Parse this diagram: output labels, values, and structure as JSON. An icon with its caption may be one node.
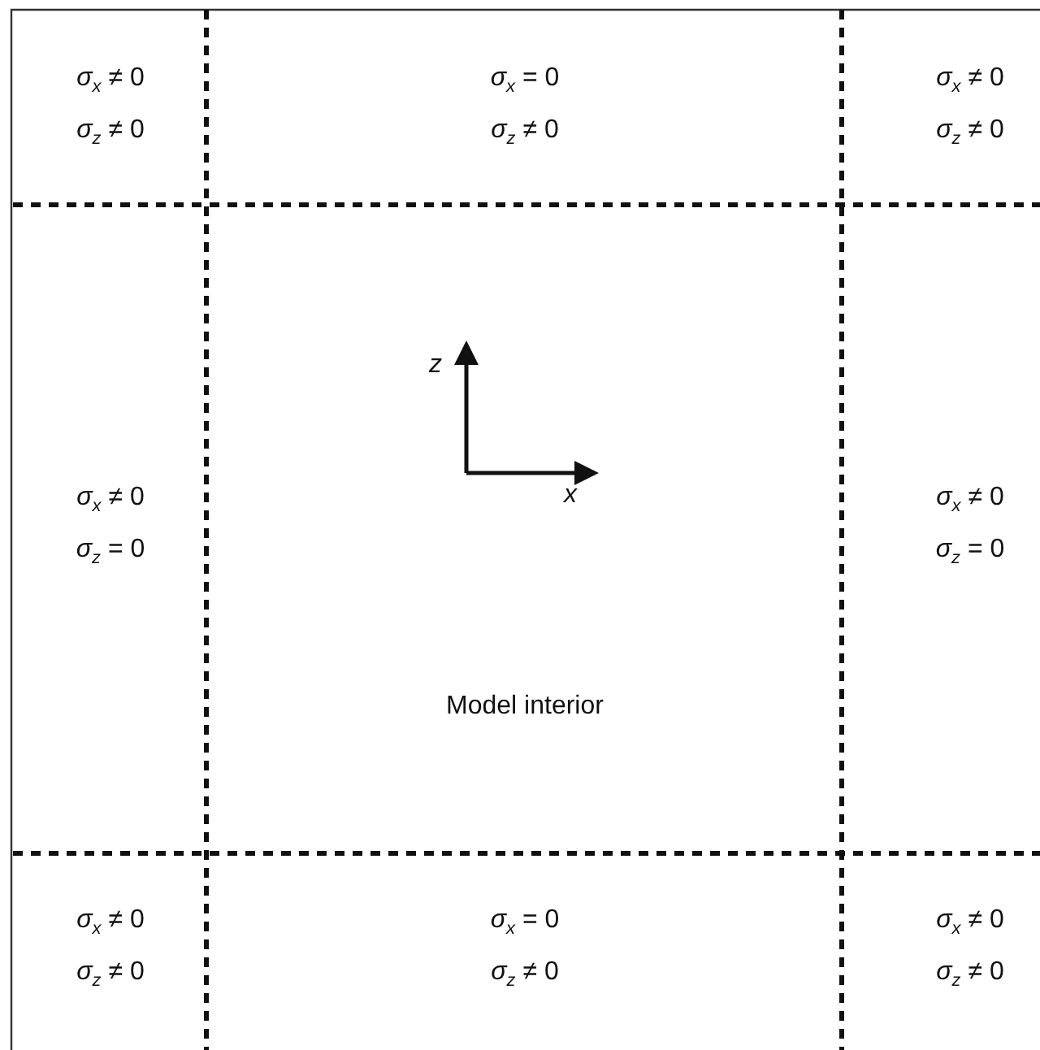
{
  "diagram": {
    "labels": [
      "*σ*$_{x}$ ≠ 0",
      "*σ*$_{z}$ ≠ 0",
      "*σ*$_{x}$ = 0",
      "*σ*$_{z}$ ≠ 0",
      "*σ*$_{x}$ ≠ 0",
      "*σ*$_{z}$ ≠ 0",
      "z",
      "x",
      "*σ*$_{x}$ ≠ 0",
      "*σ*$_{z}$ = 0",
      "*σ*$_{x}$ ≠ 0",
      "*σ*$_{z}$ = 0",
      "Model interior",
      "*σ*$_{x}$ ≠ 0",
      "*σ*$_{z}$ ≠ 0",
      "*σ*$_{x}$ = 0",
      "*σ*$_{z}$ ≠ 0",
      "*σ*$_{x}$ ≠ 0",
      "*σ*$_{z}$ ≠ 0"
    ]
  }
}
